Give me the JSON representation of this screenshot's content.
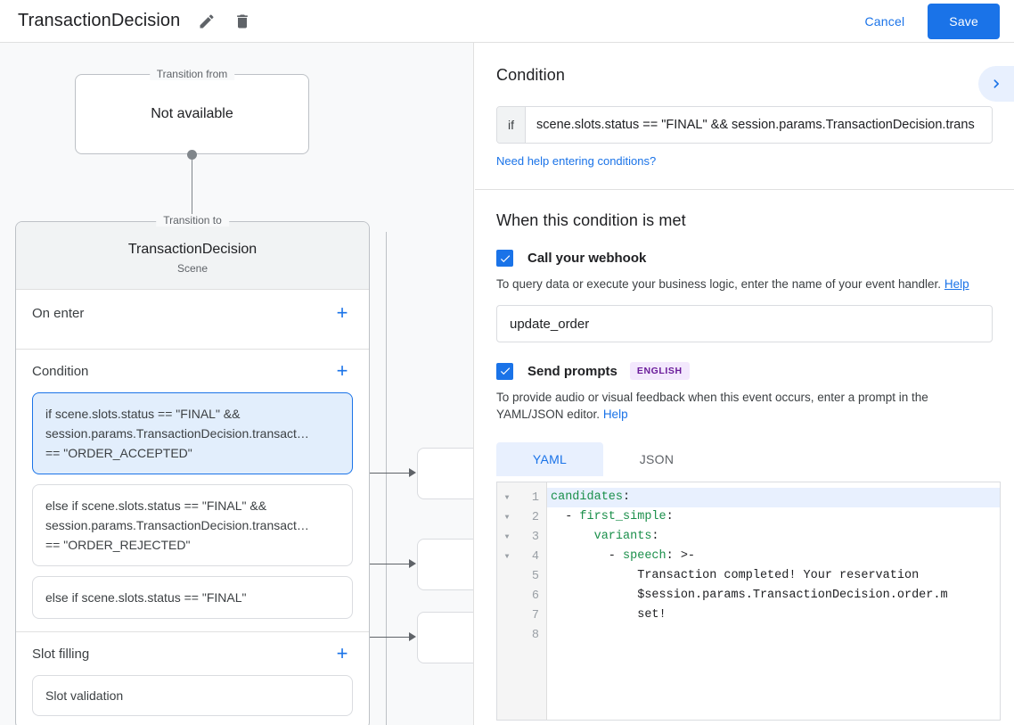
{
  "topbar": {
    "title": "TransactionDecision",
    "edit_icon": "pencil-icon",
    "delete_icon": "trash-icon",
    "cancel_label": "Cancel",
    "save_label": "Save",
    "accent": "#1a73e8"
  },
  "canvas": {
    "transition_from": {
      "legend": "Transition from",
      "body": "Not available"
    },
    "transition_to": {
      "legend": "Transition to",
      "name": "TransactionDecision",
      "subtitle": "Scene"
    },
    "sections": [
      {
        "title": "On enter",
        "add_label": "+"
      },
      {
        "title": "Condition",
        "add_label": "+"
      },
      {
        "title": "Slot filling",
        "add_label": "+"
      }
    ],
    "conditions": [
      "if scene.slots.status == \"FINAL\" &&\nsession.params.TransactionDecision.transact…\n== \"ORDER_ACCEPTED\"",
      "else if scene.slots.status == \"FINAL\" &&\nsession.params.TransactionDecision.transact…\n== \"ORDER_REJECTED\"",
      "else if scene.slots.status == \"FINAL\""
    ],
    "selected_condition_index": 0,
    "slot_filling_items": [
      "Slot validation"
    ]
  },
  "panel": {
    "condition": {
      "heading": "Condition",
      "expand_icon": "chevron-right-icon",
      "if_label": "if",
      "value": "scene.slots.status == \"FINAL\" && session.params.TransactionDecision.trans",
      "help_link": "Need help entering conditions?"
    },
    "when_met": {
      "heading": "When this condition is met",
      "webhook": {
        "checked": true,
        "label": "Call your webhook",
        "hint": "To query data or execute your business logic, enter the name of your event handler.",
        "help_label": "Help",
        "value": "update_order"
      },
      "prompts": {
        "checked": true,
        "label": "Send prompts",
        "badge": "ENGLISH",
        "hint": "To provide audio or visual feedback when this event occurs, enter a prompt in the YAML/JSON editor.",
        "help_label": "Help",
        "tabs": [
          {
            "label": "YAML",
            "active": true
          },
          {
            "label": "JSON",
            "active": false
          }
        ],
        "editor": {
          "line_numbers": [
            "1",
            "2",
            "3",
            "4",
            "5",
            "6",
            "7",
            "8"
          ],
          "folds": [
            true,
            true,
            true,
            true,
            false,
            false,
            false,
            false
          ],
          "highlighted_line": 1,
          "lines": [
            [
              {
                "t": "candidates",
                "c": "k"
              },
              {
                "t": ":",
                "c": "p"
              }
            ],
            [
              {
                "t": "  - ",
                "c": "p"
              },
              {
                "t": "first_simple",
                "c": "k"
              },
              {
                "t": ":",
                "c": "p"
              }
            ],
            [
              {
                "t": "      ",
                "c": "p"
              },
              {
                "t": "variants",
                "c": "k"
              },
              {
                "t": ":",
                "c": "p"
              }
            ],
            [
              {
                "t": "        - ",
                "c": "p"
              },
              {
                "t": "speech",
                "c": "k"
              },
              {
                "t": ": >-",
                "c": "p"
              }
            ],
            [
              {
                "t": "            Transaction completed! Your reservation",
                "c": "p"
              }
            ],
            [
              {
                "t": "            $session.params.TransactionDecision.order.m",
                "c": "p"
              }
            ],
            [
              {
                "t": "            set!",
                "c": "p"
              }
            ],
            [
              {
                "t": "",
                "c": "p"
              }
            ]
          ]
        }
      }
    }
  }
}
